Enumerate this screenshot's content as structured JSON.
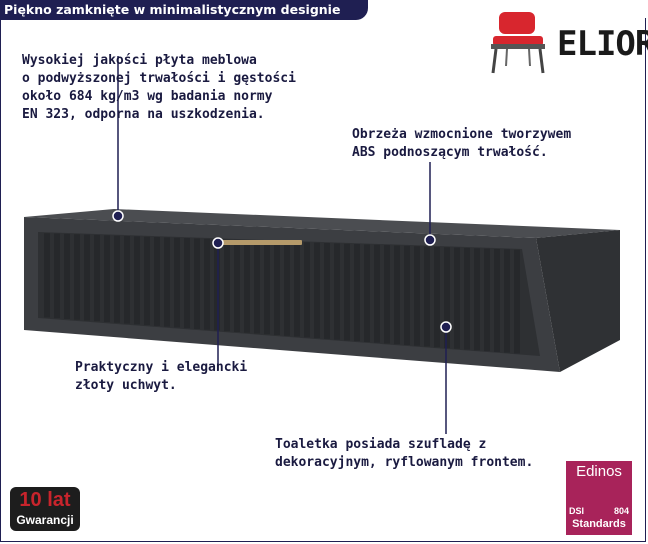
{
  "title": "Piękno zamknięte w minimalistycznym designie",
  "brand": {
    "logo_text": "ELIOR",
    "icon": "red-chair-icon"
  },
  "notes": {
    "board": "Wysokiej jakości płyta meblowa\no podwyższonej trwałości i gęstości\nokoło 684 kg/m3 wg badania normy\nEN 323, odporna na uszkodzenia.",
    "edges": "Obrzeża wzmocnione tworzywem\nABS podnoszącym trwałość.",
    "handle": "Praktyczny i elegancki\nzłoty uchwyt.",
    "drawer": "Toaletka posiada szufladę z\ndekoracyjnym, ryflowanym frontem."
  },
  "warranty": {
    "years": "10 lat",
    "label": "Gwarancji"
  },
  "certificate": {
    "name": "Edinos",
    "dsi": "DSI",
    "number": "804",
    "standards": "Standards"
  },
  "colors": {
    "navy": "#1f1f52",
    "body": "#3c3e42",
    "accent_red": "#c8242c",
    "edinos": "#a8235a",
    "handle": "#b59a6a"
  }
}
